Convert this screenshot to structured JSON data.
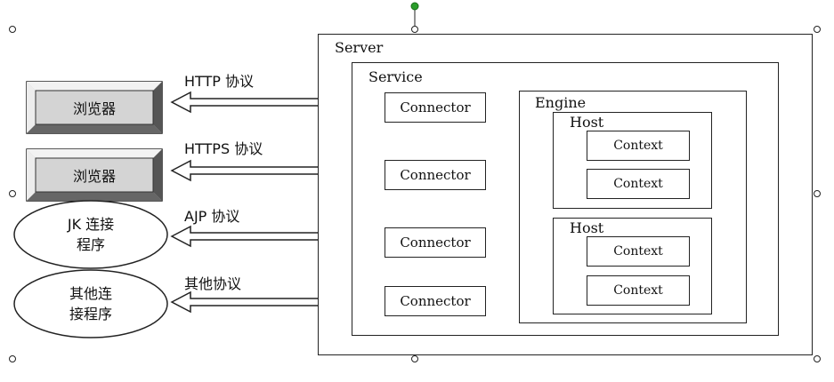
{
  "server": {
    "label": "Server"
  },
  "service": {
    "label": "Service"
  },
  "engine": {
    "label": "Engine"
  },
  "hosts": [
    {
      "label": "Host",
      "contexts": [
        "Context",
        "Context"
      ]
    },
    {
      "label": "Host",
      "contexts": [
        "Context",
        "Context"
      ]
    }
  ],
  "connectors": [
    "Connector",
    "Connector",
    "Connector",
    "Connector"
  ],
  "protocols": [
    "HTTP 协议",
    "HTTPS 协议",
    "AJP 协议",
    "其他协议"
  ],
  "clients": [
    {
      "shape": "button",
      "label": "浏览器"
    },
    {
      "shape": "button",
      "label": "浏览器"
    },
    {
      "shape": "oval",
      "line1": "JK 连接",
      "line2": "程序"
    },
    {
      "shape": "oval",
      "line1": "其他连",
      "line2": "接程序"
    }
  ],
  "colors": {
    "selection_handle": "#2a9d2a",
    "outline": "#222222",
    "button_face": "#c8c8c8"
  }
}
